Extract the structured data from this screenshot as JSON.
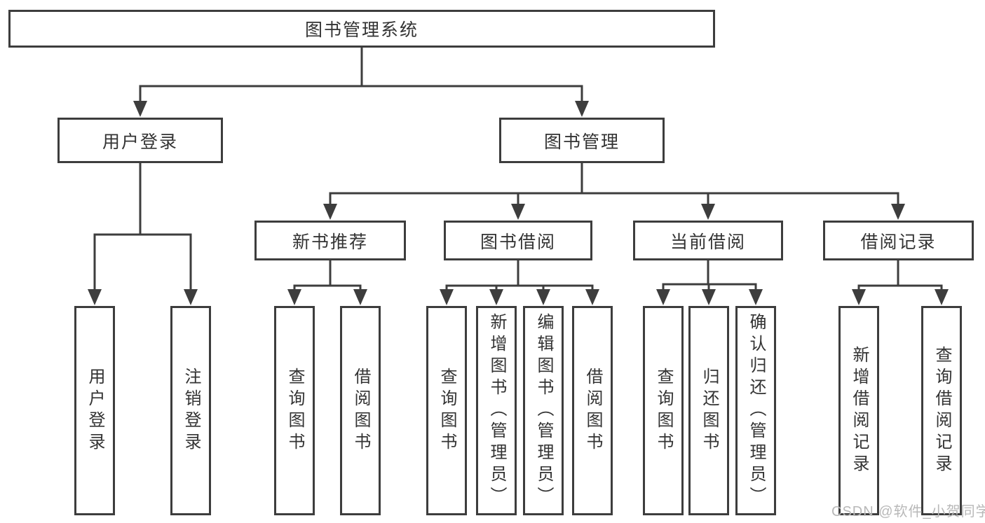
{
  "diagram": {
    "root": {
      "label": "图书管理系统"
    },
    "branches": [
      {
        "label": "用户登录",
        "children": [
          {
            "label": "用户登录"
          },
          {
            "label": "注销登录"
          }
        ]
      },
      {
        "label": "图书管理",
        "children": [
          {
            "label": "新书推荐",
            "children": [
              {
                "label": "查询图书"
              },
              {
                "label": "借阅图书"
              }
            ]
          },
          {
            "label": "图书借阅",
            "children": [
              {
                "label": "查询图书"
              },
              {
                "label": "新增图书（管理员）"
              },
              {
                "label": "编辑图书（管理员）"
              },
              {
                "label": "借阅图书"
              }
            ]
          },
          {
            "label": "当前借阅",
            "children": [
              {
                "label": "查询图书"
              },
              {
                "label": "归还图书"
              },
              {
                "label": "确认归还（管理员）"
              }
            ]
          },
          {
            "label": "借阅记录",
            "children": [
              {
                "label": "新增借阅记录"
              },
              {
                "label": "查询借阅记录"
              }
            ]
          }
        ]
      }
    ]
  },
  "watermark": {
    "text": "CSDN @软件_小贺同学"
  },
  "colors": {
    "line": "#3d3d3d",
    "text": "#333333",
    "watermark": "#b8b8b8",
    "background": "#ffffff"
  }
}
